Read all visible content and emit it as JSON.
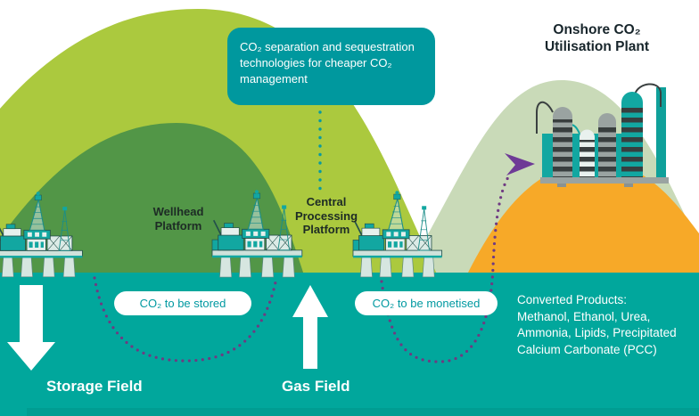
{
  "diagram": {
    "callout": {
      "text": "CO₂ separation and sequestration technologies for cheaper CO₂ management"
    },
    "onshore_plant_title": "Onshore CO₂ Utilisation Plant",
    "labels": {
      "wellhead": "Wellhead Platform",
      "central_processing": "Central Processing Platform",
      "storage_field": "Storage Field",
      "gas_field": "Gas Field"
    },
    "pills": {
      "stored": "CO₂ to be stored",
      "monetised": "CO₂ to be monetised"
    },
    "converted_products": {
      "heading": "Converted Products:",
      "items": "Methanol, Ethanol, Urea, Ammonia, Lipids, Precipitated Calcium Carbonate (PCC)"
    },
    "colors": {
      "sea_teal": "#01a79c",
      "callout_teal": "#00989e",
      "lime_green": "#abc93e",
      "dark_green": "#529647",
      "sage_green": "#c9dab8",
      "orange": "#f7a928",
      "rig_teal": "#12a7a1",
      "purple_arrow": "#6e3a96",
      "purple_dots": "#6f3a82",
      "text_dark": "#1d2b25",
      "white": "#ffffff"
    }
  }
}
